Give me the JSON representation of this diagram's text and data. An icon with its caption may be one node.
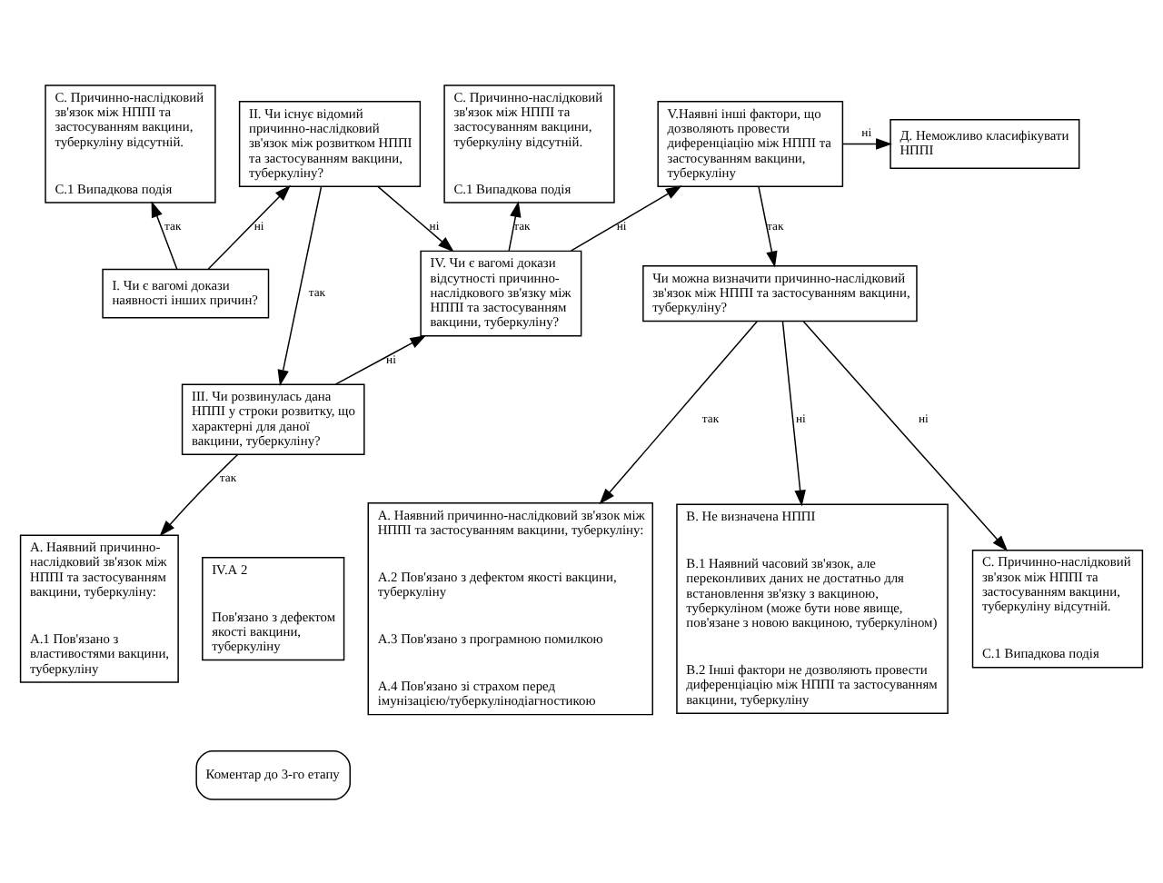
{
  "diagram": {
    "nodes": [
      {
        "text": [
          "С. Причинно-наслідковий зв'язок між НППІ та застосуванням вакцини, туберкуліну відсутній.",
          "С.1 Випадкова подія"
        ]
      },
      {
        "text": [
          "ІІ. Чи існує відомий причинно-наслідковий зв'язок між розвитком НППІ та застосуванням вакцини, туберкуліну?"
        ]
      },
      {
        "text": [
          "С. Причинно-наслідковий зв'язок між НППІ та застосуванням вакцини, туберкуліну відсутній.",
          "С.1 Випадкова подія"
        ]
      },
      {
        "text": [
          "V.Наявні інші фактори, що дозволяють провести диференціацію між НППІ та застосуванням вакцини, туберкуліну"
        ]
      },
      {
        "text": [
          "Д. Неможливо класифікувати НППІ"
        ]
      },
      {
        "text": [
          "І. Чи є вагомі докази наявності інших причин?"
        ]
      },
      {
        "text": [
          "IV. Чи є вагомі докази відсутності причинно-наслідкового зв'язку між НППІ та застосуванням вакцини, туберкуліну?"
        ]
      },
      {
        "text": [
          "Чи можна визначити причинно-наслідковий зв'язок між НППІ та застосуванням вакцини, туберкуліну?"
        ]
      },
      {
        "text": [
          "ІІІ. Чи розвинулась дана НППІ у строки розвитку, що характерні для даної вакцини, туберкуліну?"
        ]
      },
      {
        "text": [
          "IV.А 2",
          "Пов'язано з дефектом якості вакцини, туберкуліну"
        ]
      },
      {
        "text": [
          "А. Наявний причинно-наслідковий зв'язок між НППІ та застосуванням вакцини, туберкуліну:",
          "А.1 Пов'язано з властивостями вакцини, туберкуліну"
        ]
      },
      {
        "text": [
          "А. Наявний причинно-наслідковий зв'язок між НППІ та застосуванням вакцини, туберкуліну:",
          "А.2 Пов'язано з дефектом якості вакцини, туберкуліну",
          "А.3 Пов'язано з програмною помилкою",
          "А.4 Пов'язано зі страхом перед імунізацією/туберкулінодіагностикою"
        ]
      },
      {
        "text": [
          "В. Не визначена НППІ",
          "В.1 Наявний часовий зв'язок, але переконливих даних не достатньо для встановлення зв'язку з вакциною, туберкуліном (може бути нове явище, пов'язане з новою вакциною, туберкуліном)",
          "В.2 Інші фактори не дозволяють провести диференціацію між НППІ та застосуванням вакцини, туберкуліну"
        ]
      },
      {
        "text": [
          "С. Причинно-наслідковий зв'язок між НППІ та застосуванням вакцини, туберкуліну відсутній.",
          "С.1 Випадкова подія"
        ]
      },
      {
        "text": [
          "Коментар до 3-го етапу"
        ]
      }
    ],
    "edges": [
      {
        "from": 5,
        "to": 0,
        "arrow": "to",
        "label": "так"
      },
      {
        "from": 5,
        "to": 1,
        "arrow": "to",
        "label": "ні"
      },
      {
        "from": 1,
        "to": 8,
        "arrow": "to",
        "label": "так"
      },
      {
        "from": 1,
        "to": 6,
        "arrow": "to",
        "label": "ні"
      },
      {
        "from": 8,
        "to": 6,
        "arrow": "to",
        "label": "ні"
      },
      {
        "from": 6,
        "to": 2,
        "arrow": "to",
        "label": "так"
      },
      {
        "from": 6,
        "to": 3,
        "arrow": "to",
        "label": "ні"
      },
      {
        "from": 3,
        "to": 4,
        "arrow": "to",
        "label": "ні"
      },
      {
        "from": 3,
        "to": 7,
        "arrow": "to",
        "label": "так"
      },
      {
        "from": 8,
        "to": 10,
        "arrow": "to",
        "label": "так"
      },
      {
        "from": 7,
        "to": 11,
        "arrow": "to",
        "label": "так"
      },
      {
        "from": 7,
        "to": 12,
        "arrow": "to",
        "label": "ні"
      },
      {
        "from": 7,
        "to": 13,
        "arrow": "to",
        "label": "ні"
      }
    ]
  }
}
